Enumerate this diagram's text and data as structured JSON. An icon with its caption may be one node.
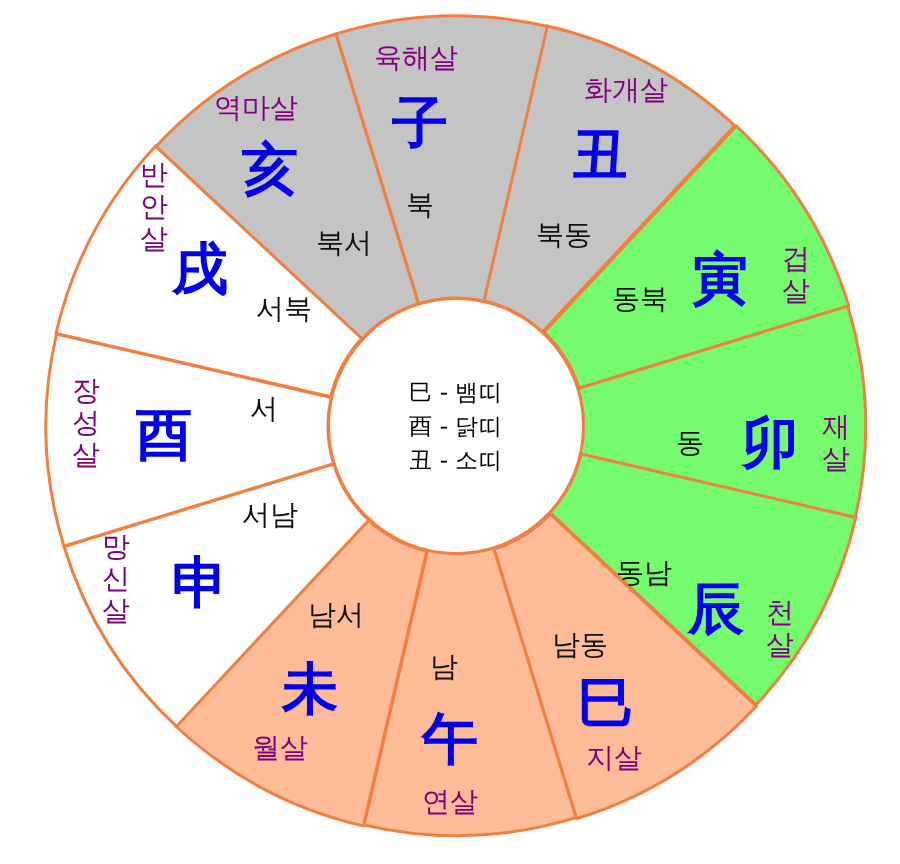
{
  "diagram": {
    "nodes": [
      {
        "text": [
          "육해살",
          "子",
          "북"
        ]
      },
      {
        "text": [
          "화개살",
          "丑",
          "북동"
        ]
      },
      {
        "text": [
          "동북",
          "寅",
          "겁살"
        ]
      },
      {
        "text": [
          "동",
          "卯",
          "재살"
        ]
      },
      {
        "text": [
          "동남",
          "辰",
          "천살"
        ]
      },
      {
        "text": [
          "남동",
          "巳",
          "지살"
        ]
      },
      {
        "text": [
          "남",
          "午",
          "연살"
        ]
      },
      {
        "text": [
          "남서",
          "未",
          "월살"
        ]
      },
      {
        "text": [
          "망신살",
          "申",
          "서남"
        ]
      },
      {
        "text": [
          "장성살",
          "酉",
          "서"
        ]
      },
      {
        "text": [
          "반안살",
          "戌",
          "서북"
        ]
      },
      {
        "text": [
          "역마살",
          "亥",
          "북서"
        ]
      },
      {
        "text": [
          "巳 - 뱀띠",
          "酉 - 닭띠",
          "丑 - 소띠"
        ]
      }
    ]
  }
}
